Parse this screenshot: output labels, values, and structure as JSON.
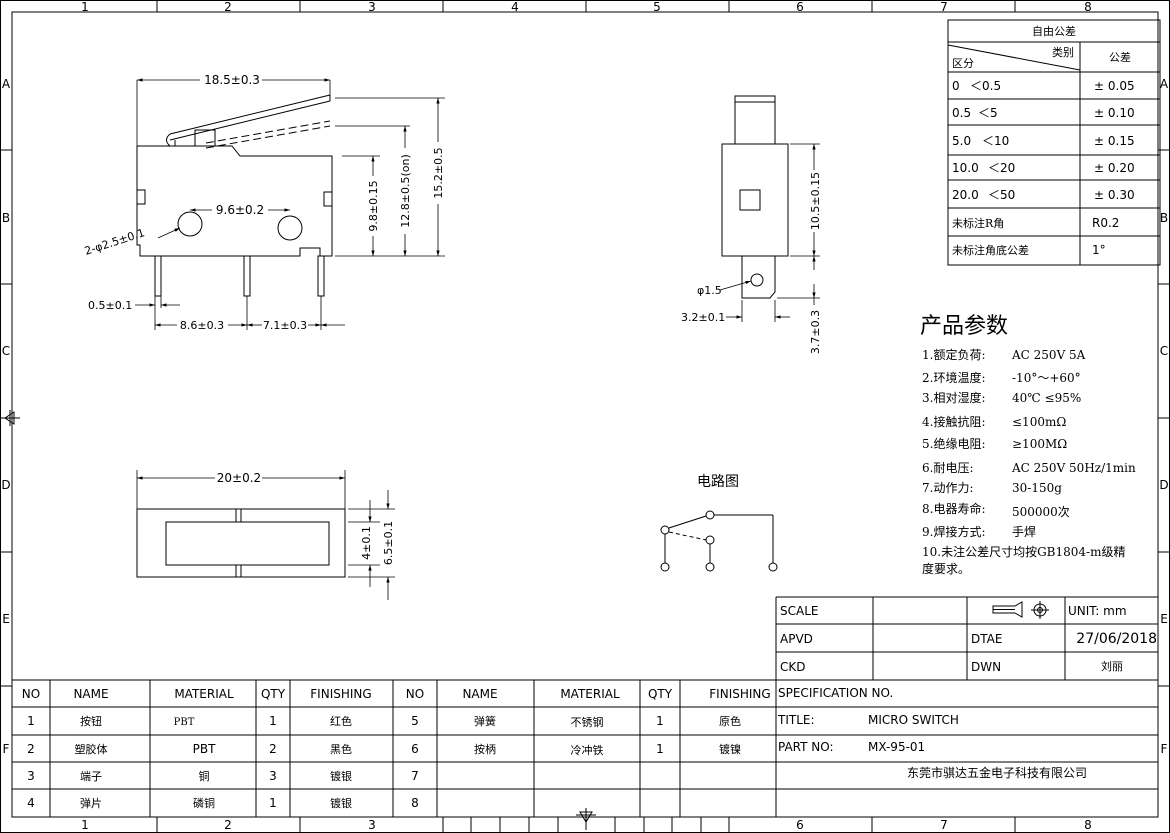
{
  "border": {
    "columns": [
      "1",
      "2",
      "3",
      "4",
      "5",
      "6",
      "7",
      "8"
    ],
    "rows": [
      "A",
      "B",
      "C",
      "D",
      "E",
      "F"
    ]
  },
  "dimensions": {
    "lever_length": "18.5±0.3",
    "pin_hole_spacing": "9.6±0.2",
    "hole_dia": "2-φ2.5±0.1",
    "pin_width": "0.5±0.1",
    "pin_spacing_1": "8.6±0.3",
    "pin_spacing_2": "7.1±0.3",
    "body_height": "9.8±0.15",
    "operating_height": "12.8±0.5(on)",
    "total_height": "15.2±0.5",
    "body_length": "20±0.2",
    "top_inner": "4±0.1",
    "top_outer": "6.5±0.1",
    "side_height": "10.5±0.15",
    "terminal_hole": "φ1.5",
    "terminal_width": "3.2±0.1",
    "terminal_length": "3.7±0.3"
  },
  "circuit": {
    "title": "电路图"
  },
  "tolerance": {
    "title": "自由公差",
    "col_category": "类别",
    "col_range": "区分",
    "col_tolerance": "公差",
    "rows": [
      {
        "from": "0",
        "to": "＜0.5",
        "tol": "± 0.05"
      },
      {
        "from": "0.5",
        "to": "＜5",
        "tol": "± 0.10"
      },
      {
        "from": "5.0",
        "to": "＜10",
        "tol": "± 0.15"
      },
      {
        "from": "10.0",
        "to": "＜20",
        "tol": "± 0.20"
      },
      {
        "from": "20.0",
        "to": "＜50",
        "tol": "± 0.30"
      }
    ],
    "r_corner_label": "未标注R角",
    "r_corner_value": "R0.2",
    "angle_label": "未标注角底公差",
    "angle_value": "1°"
  },
  "specs": {
    "title": "产品参数",
    "items": [
      {
        "label": "1.额定负荷:",
        "value": "AC 250V 5A"
      },
      {
        "label": "2.环境温度:",
        "value": "-10°～+60°"
      },
      {
        "label": "3.相对湿度:",
        "value": "40℃ ≤95%"
      },
      {
        "label": "4.接触抗阻:",
        "value": "≤100mΩ"
      },
      {
        "label": "5.绝缘电阻:",
        "value": "≥100MΩ"
      },
      {
        "label": "6.耐电压:",
        "value": "AC 250V 50Hz/1min"
      },
      {
        "label": "7.动作力:",
        "value": "30-150g"
      },
      {
        "label": "8.电器寿命:",
        "value": "500000次"
      },
      {
        "label": "9.焊接方式:",
        "value": "手焊"
      }
    ],
    "note_line1": "10.未注公差尺寸均按GB1804-m级精",
    "note_line2": "度要求。"
  },
  "title_block": {
    "scale_label": "SCALE",
    "apvd_label": "APVD",
    "ckd_label": "CKD",
    "date_label": "DTAE",
    "drawn_label": "DWN",
    "unit_label": "UNIT: mm",
    "date_value": "27/06/2018",
    "drawn_value": "刘丽",
    "spec_label": "SPECIFICATION NO.",
    "title_label": "TITLE:",
    "title_value": "MICRO SWITCH",
    "part_label": "PART NO:",
    "part_value": "MX-95-01",
    "company": "东莞市骐达五金电子科技有限公司"
  },
  "bom": {
    "headers": [
      "NO",
      "NAME",
      "MATERIAL",
      "QTY",
      "FINISHING"
    ],
    "left": [
      {
        "no": "1",
        "name": "按钮",
        "material": "PBT",
        "qty": "1",
        "finishing": "红色"
      },
      {
        "no": "2",
        "name": "塑胶体",
        "material": "PBT",
        "qty": "2",
        "finishing": "黑色"
      },
      {
        "no": "3",
        "name": "端子",
        "material": "铜",
        "qty": "3",
        "finishing": "镀银"
      },
      {
        "no": "4",
        "name": "弹片",
        "material": "磷铜",
        "qty": "1",
        "finishing": "镀银"
      }
    ],
    "right": [
      {
        "no": "5",
        "name": "弹簧",
        "material": "不锈钢",
        "qty": "1",
        "finishing": "原色"
      },
      {
        "no": "6",
        "name": "按柄",
        "material": "冷冲铁",
        "qty": "1",
        "finishing": "镀镍"
      },
      {
        "no": "7",
        "name": "",
        "material": "",
        "qty": "",
        "finishing": ""
      },
      {
        "no": "8",
        "name": "",
        "material": "",
        "qty": "",
        "finishing": ""
      }
    ]
  }
}
